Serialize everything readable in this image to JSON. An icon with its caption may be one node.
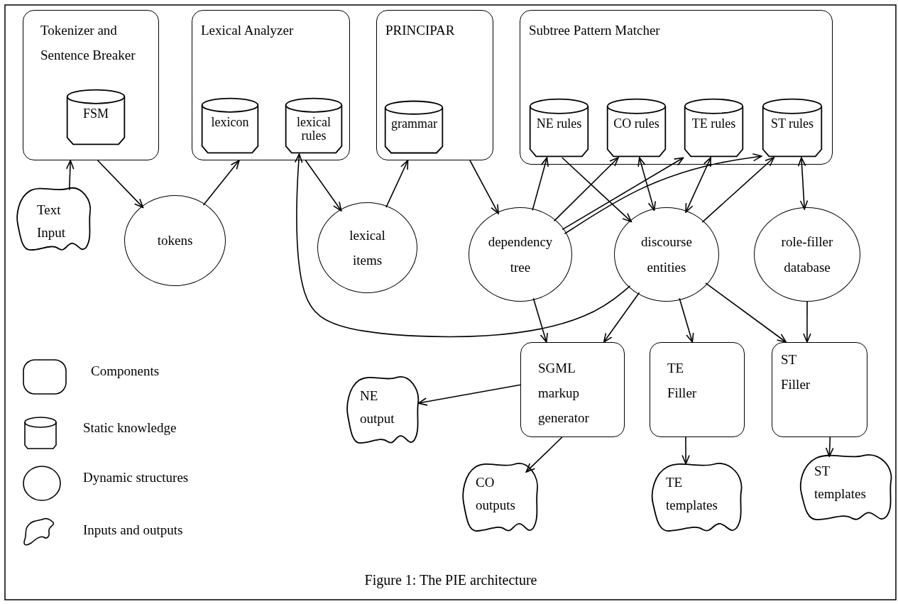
{
  "diagram": {
    "caption": "Figure 1: The PIE architecture",
    "nodes": [
      {
        "text": [
          "Tokenizer and Sentence Breaker"
        ]
      },
      {
        "text": [
          "FSM"
        ],
        "in": 0
      },
      {
        "text": [
          "Lexical Analyzer"
        ]
      },
      {
        "text": [
          "lexicon"
        ],
        "in": 2
      },
      {
        "text": [
          "lexical rules"
        ],
        "in": 2
      },
      {
        "text": [
          "PRINCIPAR"
        ]
      },
      {
        "text": [
          "grammar"
        ],
        "in": 5
      },
      {
        "text": [
          "Subtree Pattern Matcher"
        ]
      },
      {
        "text": [
          "NE rules"
        ],
        "in": 7
      },
      {
        "text": [
          "CO rules"
        ],
        "in": 7
      },
      {
        "text": [
          "TE rules"
        ],
        "in": 7
      },
      {
        "text": [
          "ST rules"
        ],
        "in": 7
      },
      {
        "text": [
          "Text Input"
        ]
      },
      {
        "text": [
          "tokens"
        ]
      },
      {
        "text": [
          "lexical items"
        ]
      },
      {
        "text": [
          "dependency tree"
        ]
      },
      {
        "text": [
          "discourse entities"
        ]
      },
      {
        "text": [
          "role-filler database"
        ]
      },
      {
        "text": [
          "SGML markup generator"
        ]
      },
      {
        "text": [
          "TE Filler"
        ]
      },
      {
        "text": [
          "ST Filler"
        ]
      },
      {
        "text": [
          "NE output"
        ]
      },
      {
        "text": [
          "CO outputs"
        ]
      },
      {
        "text": [
          "TE templates"
        ]
      },
      {
        "text": [
          "ST templates"
        ]
      }
    ],
    "edges": [
      {
        "from": 12,
        "to": 0,
        "arrow": "to"
      },
      {
        "from": 0,
        "to": 13,
        "arrow": "to"
      },
      {
        "from": 13,
        "to": 2,
        "arrow": "to"
      },
      {
        "from": 2,
        "to": 14,
        "arrow": "to"
      },
      {
        "from": 14,
        "to": 5,
        "arrow": "to"
      },
      {
        "from": 5,
        "to": 15,
        "arrow": "to"
      },
      {
        "from": 15,
        "to": 8,
        "arrow": "to"
      },
      {
        "from": 15,
        "to": 9,
        "arrow": "to"
      },
      {
        "from": 15,
        "to": 10,
        "arrow": "to"
      },
      {
        "from": 15,
        "to": 11,
        "arrow": "to"
      },
      {
        "from": 8,
        "to": 16,
        "arrow": "to"
      },
      {
        "from": 9,
        "to": 16,
        "arrow": "both"
      },
      {
        "from": 10,
        "to": 16,
        "arrow": "both"
      },
      {
        "from": 16,
        "to": 11,
        "arrow": "to"
      },
      {
        "from": 11,
        "to": 17,
        "arrow": "both"
      },
      {
        "from": 16,
        "to": 4,
        "arrow": "to"
      },
      {
        "from": 15,
        "to": 18,
        "arrow": "to"
      },
      {
        "from": 16,
        "to": 18,
        "arrow": "to"
      },
      {
        "from": 16,
        "to": 19,
        "arrow": "to"
      },
      {
        "from": 16,
        "to": 20,
        "arrow": "to"
      },
      {
        "from": 17,
        "to": 20,
        "arrow": "to"
      },
      {
        "from": 18,
        "to": 21,
        "arrow": "to"
      },
      {
        "from": 18,
        "to": 22,
        "arrow": "to"
      },
      {
        "from": 19,
        "to": 23,
        "arrow": "to"
      },
      {
        "from": 20,
        "to": 24,
        "arrow": "to"
      }
    ],
    "legend": [
      {
        "text": "Components"
      },
      {
        "text": "Static knowledge"
      },
      {
        "text": "Dynamic structures"
      },
      {
        "text": "Inputs and outputs"
      }
    ]
  }
}
